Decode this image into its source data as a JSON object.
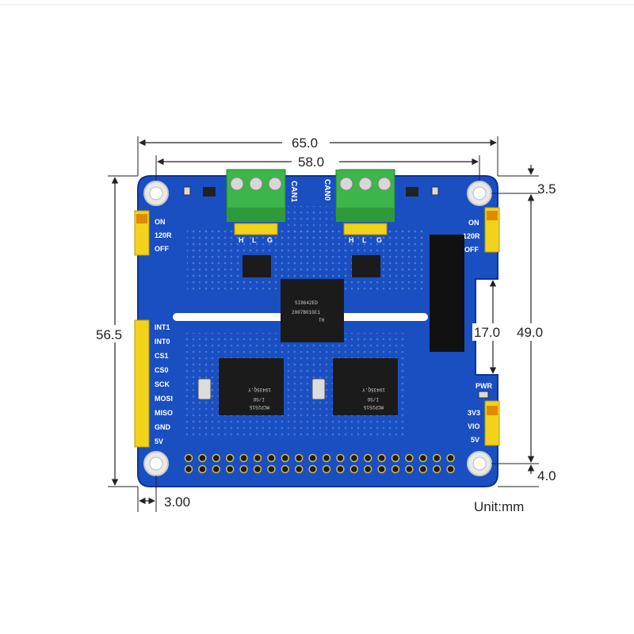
{
  "dimensions": {
    "overall_width": "65.0",
    "hole_spacing_width": "58.0",
    "hole_offset_top": "3.5",
    "overall_height": "56.5",
    "hole_spacing_height": "49.0",
    "cutout_height": "17.0",
    "hole_offset_bottom": "4.0",
    "hole_offset_left": "3.00",
    "unit": "Unit:mm"
  },
  "board": {
    "connectors": {
      "can1": "CAN1",
      "can0": "CAN0",
      "pins_left": [
        "H",
        "L",
        "G"
      ],
      "pins_right": [
        "H",
        "L",
        "G"
      ]
    },
    "jumpers_left": [
      "ON",
      "120R",
      "OFF"
    ],
    "jumpers_right": [
      "ON",
      "120R",
      "OFF"
    ],
    "header_pins": [
      "INT1",
      "INT0",
      "CS1",
      "CS0",
      "SCK",
      "MOSI",
      "MISO",
      "GND",
      "5V"
    ],
    "power_label": "PWR",
    "power_select": [
      "3V3",
      "VIO",
      "5V"
    ],
    "chips": {
      "isolator_line1": "SI8642ED",
      "isolator_line2": "2007B01GC1",
      "isolator_line3": "TH",
      "controller_a_line1": "MCP2515",
      "controller_a_line2": "I/SO",
      "controller_a_line3": "19435Q.Y",
      "controller_b_line1": "MCP2515",
      "controller_b_line2": "I/SO",
      "controller_b_line3": "19435Q.Y"
    }
  },
  "colors": {
    "pcb": "#1a4fc2",
    "terminal": "#3cb54a",
    "header": "#f2d21b",
    "chip": "#1b1b1b"
  }
}
